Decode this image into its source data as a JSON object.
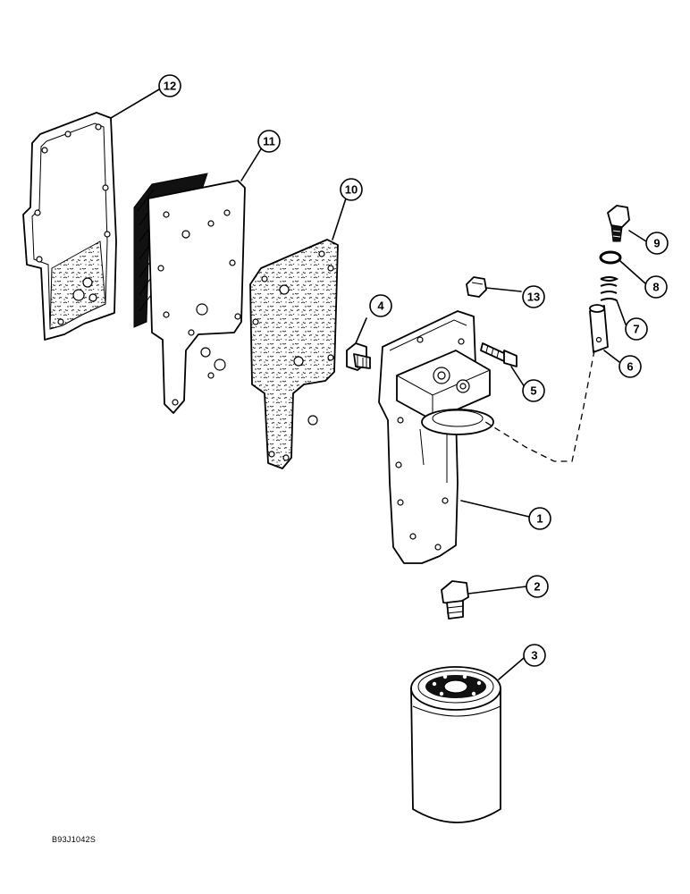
{
  "figure_code": "B93J1042S",
  "callouts": [
    {
      "id": "callout-1",
      "label": "1"
    },
    {
      "id": "callout-2",
      "label": "2"
    },
    {
      "id": "callout-3",
      "label": "3"
    },
    {
      "id": "callout-4",
      "label": "4"
    },
    {
      "id": "callout-5",
      "label": "5"
    },
    {
      "id": "callout-6",
      "label": "6"
    },
    {
      "id": "callout-7",
      "label": "7"
    },
    {
      "id": "callout-8",
      "label": "8"
    },
    {
      "id": "callout-9",
      "label": "9"
    },
    {
      "id": "callout-10",
      "label": "10"
    },
    {
      "id": "callout-11",
      "label": "11"
    },
    {
      "id": "callout-12",
      "label": "12"
    },
    {
      "id": "callout-13",
      "label": "13"
    }
  ]
}
